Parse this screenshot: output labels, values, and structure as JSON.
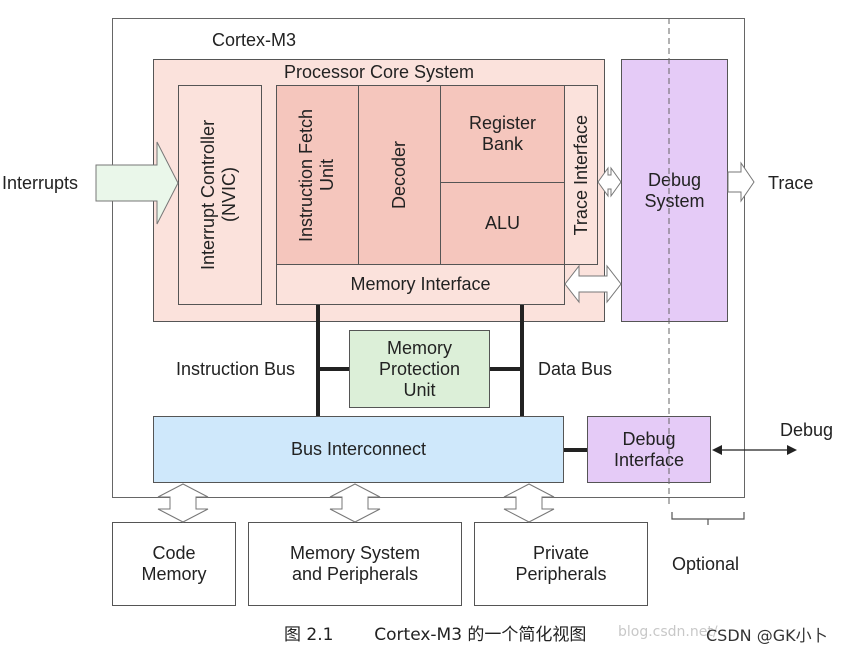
{
  "colors": {
    "core": "#fbe2dc",
    "core_unit": "#f5c6bd",
    "debug": "#e5cbf7",
    "bus": "#cfe8fb",
    "mpu": "#dcefd8",
    "arrow_fill": "#eaf7ea",
    "line": "#555555"
  },
  "labels": {
    "cortex": "Cortex-M3",
    "core_system": "Processor Core System",
    "nvic": "Interrupt Controller (NVIC)",
    "ifu": "Instruction Fetch Unit",
    "decoder": "Decoder",
    "register_bank": "Register Bank",
    "alu": "ALU",
    "trace_interface": "Trace Interface",
    "memory_interface": "Memory Interface",
    "debug_system": "Debug System",
    "mpu": "Memory Protection Unit",
    "instruction_bus": "Instruction Bus",
    "data_bus": "Data Bus",
    "bus_interconnect": "Bus Interconnect",
    "debug_interface": "Debug Interface",
    "code_memory": "Code Memory",
    "memory_system": "Memory System and Peripherals",
    "private_peripherals": "Private Peripherals",
    "interrupts": "Interrupts",
    "trace": "Trace",
    "debug": "Debug",
    "optional": "Optional"
  },
  "caption": {
    "number": "图 2.1",
    "text": "Cortex-M3 的一个简化视图"
  },
  "watermark": {
    "url": "blog.csdn.net/",
    "credit": "CSDN @GK小卜"
  }
}
